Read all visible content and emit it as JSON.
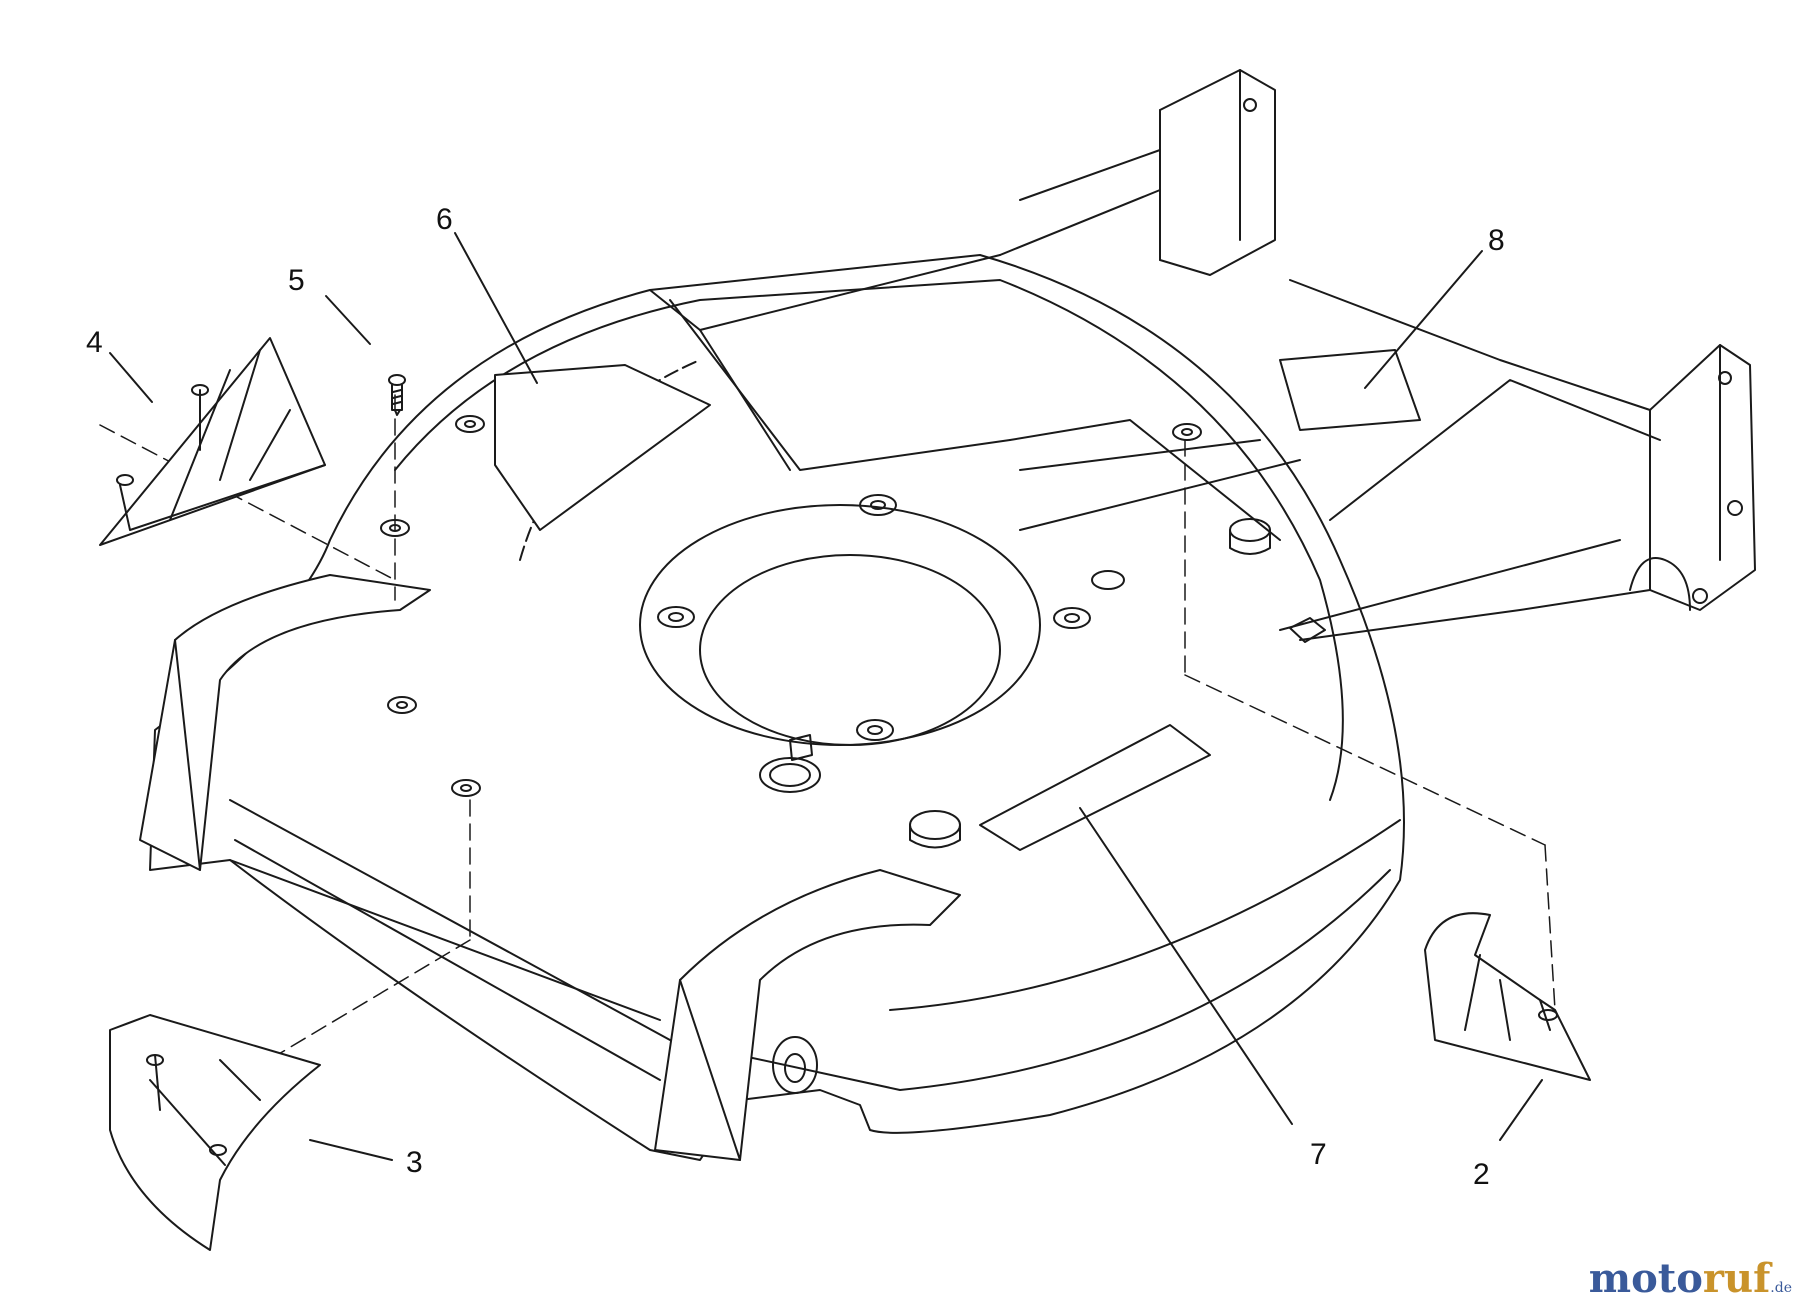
{
  "callouts": {
    "c2": "2",
    "c3": "3",
    "c4": "4",
    "c5": "5",
    "c6": "6",
    "c7": "7",
    "c8": "8"
  },
  "watermark": {
    "part1": "moto",
    "part2": "ruf",
    "suffix": ".de"
  },
  "colors": {
    "line": "#1a1a1a",
    "fill": "#ffffff",
    "watermark_blue": "#3a5a9a",
    "watermark_gold": "#c9932b"
  }
}
